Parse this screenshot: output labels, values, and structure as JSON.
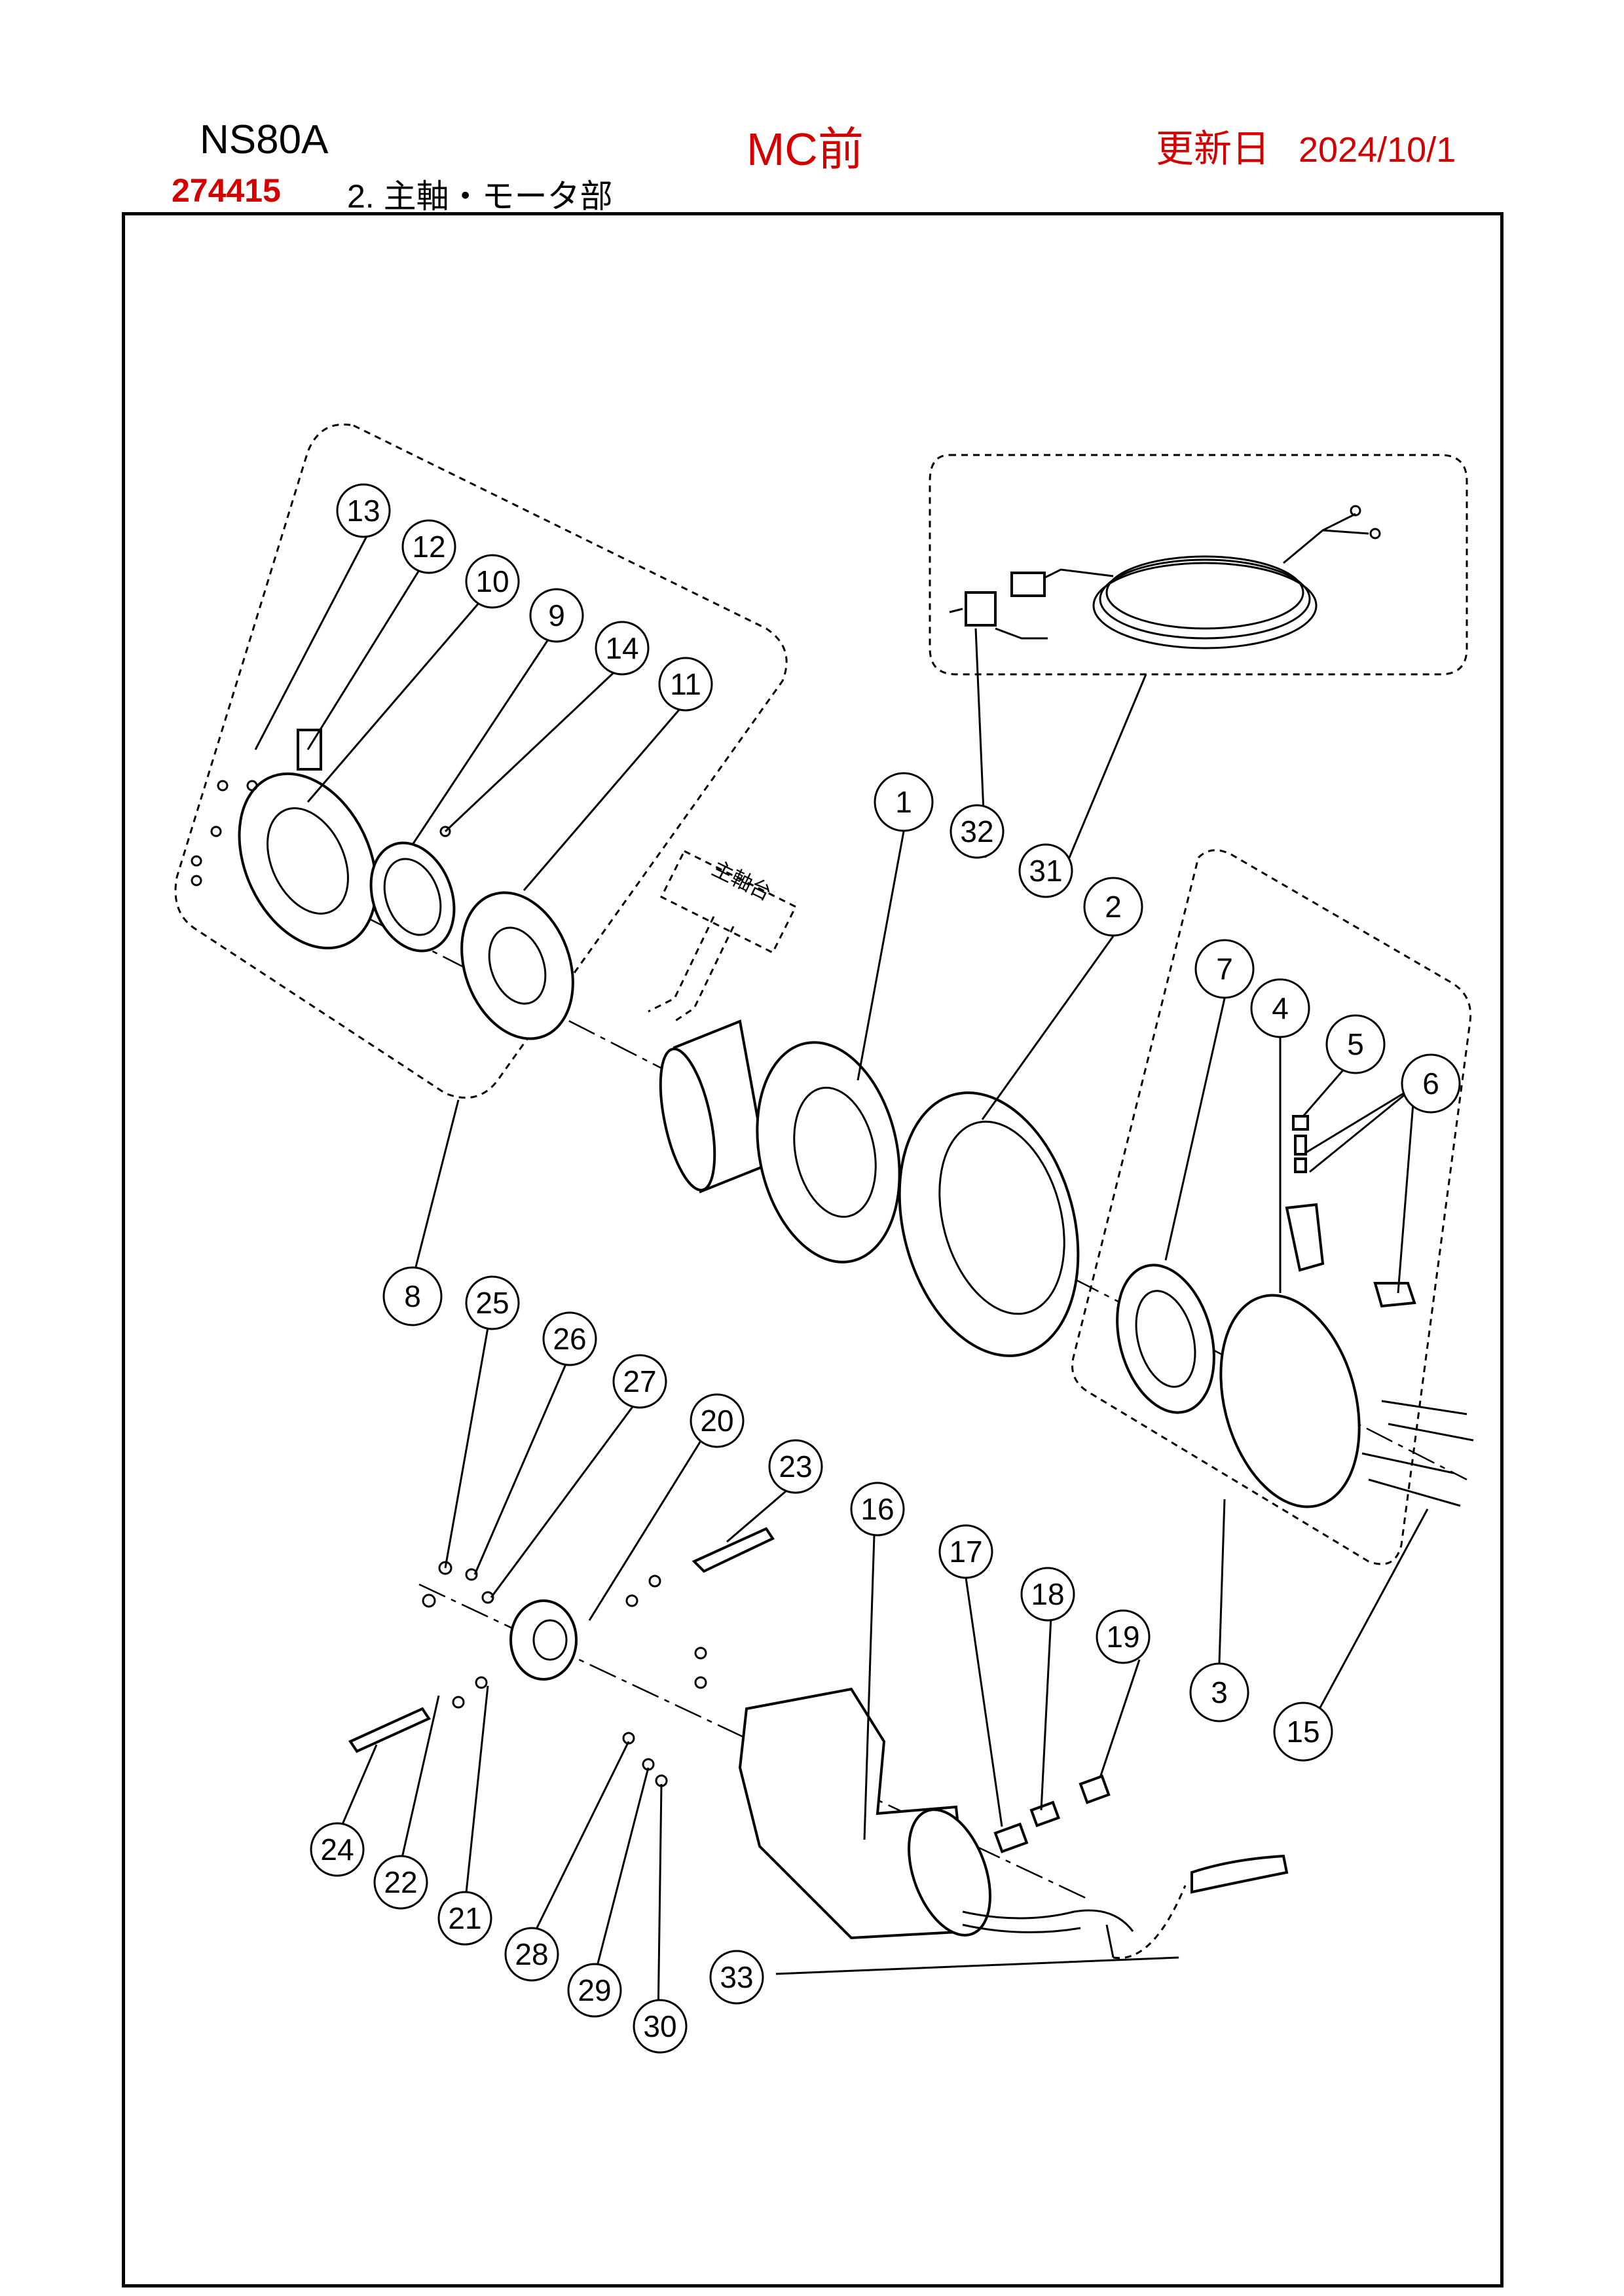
{
  "header": {
    "model": "NS80A",
    "revision": "MC前",
    "updated_label": "更新日",
    "updated_date": "2024/10/1",
    "part_number": "274415",
    "section_title": "2. 主軸・モータ部"
  },
  "diagram": {
    "spindle_stand_label": "主軸台",
    "callouts": [
      "1",
      "2",
      "3",
      "4",
      "5",
      "6",
      "7",
      "8",
      "9",
      "10",
      "11",
      "12",
      "13",
      "14",
      "15",
      "16",
      "17",
      "18",
      "19",
      "20",
      "21",
      "22",
      "23",
      "24",
      "25",
      "26",
      "27",
      "28",
      "29",
      "30",
      "31",
      "32",
      "33"
    ]
  },
  "colors": {
    "accent": "#d40000",
    "line": "#000000"
  }
}
